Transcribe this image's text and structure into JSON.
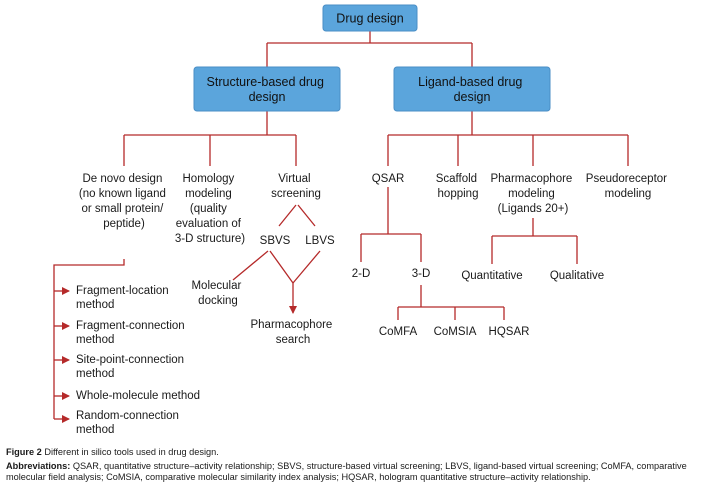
{
  "diagram": {
    "root": "Drug design",
    "structure_based": [
      "Structure-based drug",
      "design"
    ],
    "ligand_based": [
      "Ligand-based drug",
      "design"
    ],
    "de_novo": [
      "De novo design",
      "(no known ligand",
      "or small protein/",
      "peptide)"
    ],
    "homology": [
      "Homology",
      "modeling",
      "(quality",
      "evaluation of",
      "3-D structure)"
    ],
    "virtual_screening": [
      "Virtual",
      "screening"
    ],
    "sbvs": "SBVS",
    "lbvs": "LBVS",
    "molecular_docking": [
      "Molecular",
      "docking"
    ],
    "pharmacophore_search": [
      "Pharmacophore",
      "search"
    ],
    "fragment_location": [
      "Fragment-location",
      "method"
    ],
    "fragment_connection": [
      "Fragment-connection",
      "method"
    ],
    "site_point": [
      "Site-point-connection",
      "method"
    ],
    "whole_molecule": [
      "Whole-molecule method"
    ],
    "random_connection": [
      "Random-connection",
      "method"
    ],
    "qsar": "QSAR",
    "scaffold": [
      "Scaffold",
      "hopping"
    ],
    "pharmacophore_modeling": [
      "Pharmacophore",
      "modeling",
      "(Ligands 20+)"
    ],
    "pseudoreceptor": [
      "Pseudoreceptor",
      "modeling"
    ],
    "two_d": "2-D",
    "three_d": "3-D",
    "quantitative": "Quantitative",
    "qualitative": "Qualitative",
    "comfa": "CoMFA",
    "comsia": "CoMSIA",
    "hqsar": "HQSAR",
    "colors": {
      "box_fill": "#5ba5dc",
      "box_border": "#4a8ec6",
      "line": "#b52a2a"
    }
  },
  "caption": {
    "figure_label": "Figure 2",
    "figure_title": "Different in silico tools used in drug design.",
    "abbrev_label": "Abbreviations:",
    "abbrev_text": "QSAR, quantitative structure–activity relationship; SBVS, structure-based virtual screening; LBVS, ligand-based virtual screening; CoMFA, comparative molecular field analysis; CoMSIA, comparative molecular similarity index analysis; HQSAR, hologram quantitative structure–activity relationship."
  }
}
